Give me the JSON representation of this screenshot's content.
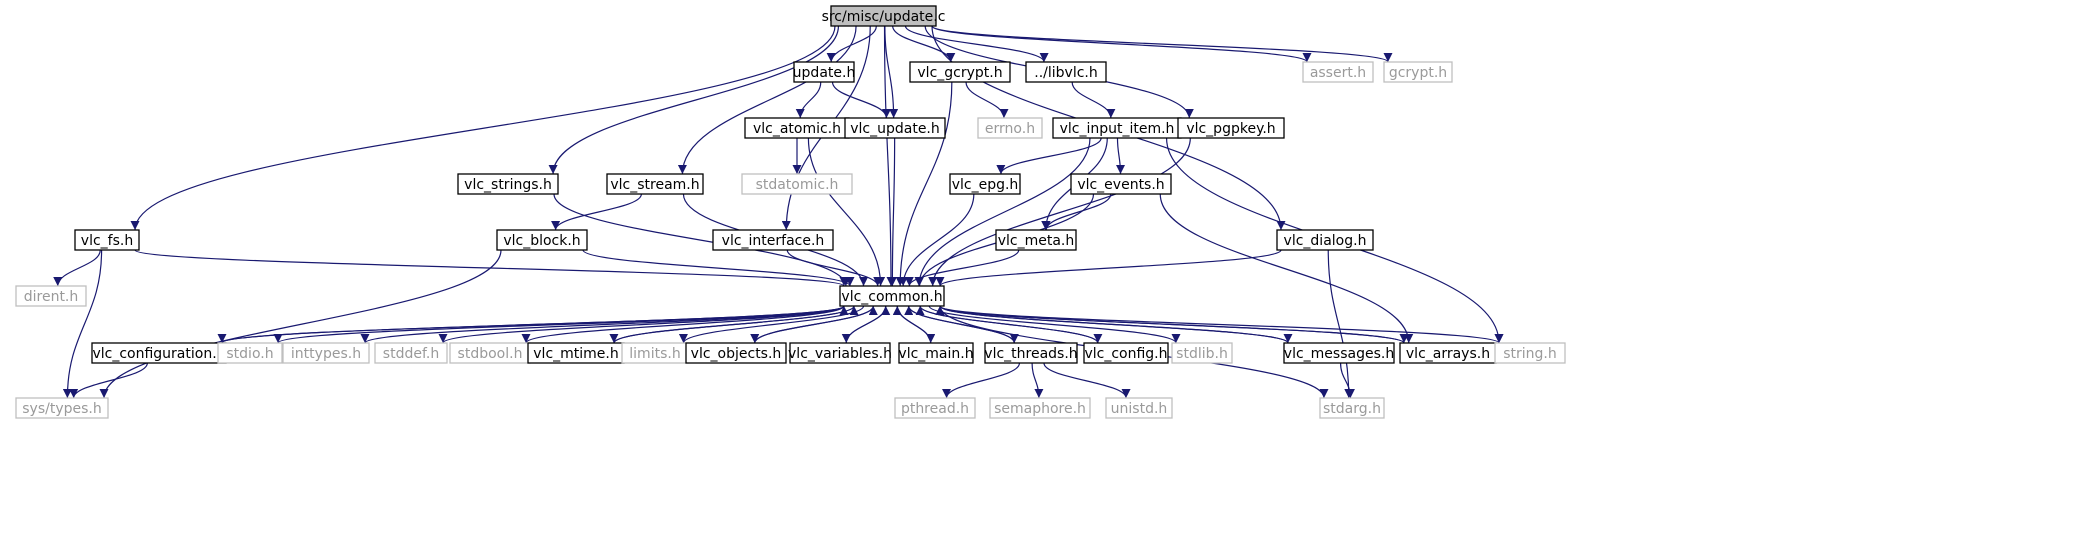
{
  "diagram": {
    "type": "include-dependency-graph",
    "colors": {
      "edge": "#191970",
      "root_fill": "#bfbfbf",
      "node_border": "#000000",
      "system_border": "#bfbfbf",
      "system_text": "#9a9a9a"
    },
    "nodes": [
      {
        "id": "root",
        "label": "src/misc/update.c",
        "kind": "root"
      },
      {
        "id": "update_h",
        "label": "update.h",
        "kind": "local"
      },
      {
        "id": "vlc_gcrypt",
        "label": "vlc_gcrypt.h",
        "kind": "local"
      },
      {
        "id": "libvlc",
        "label": "../libvlc.h",
        "kind": "local"
      },
      {
        "id": "assert",
        "label": "assert.h",
        "kind": "system"
      },
      {
        "id": "gcrypt",
        "label": "gcrypt.h",
        "kind": "system"
      },
      {
        "id": "vlc_atomic",
        "label": "vlc_atomic.h",
        "kind": "local"
      },
      {
        "id": "vlc_update",
        "label": "vlc_update.h",
        "kind": "local"
      },
      {
        "id": "errno",
        "label": "errno.h",
        "kind": "system"
      },
      {
        "id": "vlc_input_item",
        "label": "vlc_input_item.h",
        "kind": "local"
      },
      {
        "id": "vlc_pgpkey",
        "label": "vlc_pgpkey.h",
        "kind": "local"
      },
      {
        "id": "vlc_strings",
        "label": "vlc_strings.h",
        "kind": "local"
      },
      {
        "id": "vlc_stream",
        "label": "vlc_stream.h",
        "kind": "local"
      },
      {
        "id": "stdatomic",
        "label": "stdatomic.h",
        "kind": "system"
      },
      {
        "id": "vlc_epg",
        "label": "vlc_epg.h",
        "kind": "local"
      },
      {
        "id": "vlc_events",
        "label": "vlc_events.h",
        "kind": "local"
      },
      {
        "id": "vlc_fs",
        "label": "vlc_fs.h",
        "kind": "local"
      },
      {
        "id": "vlc_block",
        "label": "vlc_block.h",
        "kind": "local"
      },
      {
        "id": "vlc_interface",
        "label": "vlc_interface.h",
        "kind": "local"
      },
      {
        "id": "vlc_meta",
        "label": "vlc_meta.h",
        "kind": "local"
      },
      {
        "id": "vlc_dialog",
        "label": "vlc_dialog.h",
        "kind": "local"
      },
      {
        "id": "dirent",
        "label": "dirent.h",
        "kind": "system"
      },
      {
        "id": "vlc_common",
        "label": "vlc_common.h",
        "kind": "local"
      },
      {
        "id": "vlc_configuration",
        "label": "vlc_configuration.h",
        "kind": "local"
      },
      {
        "id": "stdio",
        "label": "stdio.h",
        "kind": "system"
      },
      {
        "id": "inttypes",
        "label": "inttypes.h",
        "kind": "system"
      },
      {
        "id": "stddef",
        "label": "stddef.h",
        "kind": "system"
      },
      {
        "id": "stdbool",
        "label": "stdbool.h",
        "kind": "system"
      },
      {
        "id": "vlc_mtime",
        "label": "vlc_mtime.h",
        "kind": "local"
      },
      {
        "id": "limits",
        "label": "limits.h",
        "kind": "system"
      },
      {
        "id": "vlc_objects",
        "label": "vlc_objects.h",
        "kind": "local"
      },
      {
        "id": "vlc_variables",
        "label": "vlc_variables.h",
        "kind": "local"
      },
      {
        "id": "vlc_main",
        "label": "vlc_main.h",
        "kind": "local"
      },
      {
        "id": "vlc_threads",
        "label": "vlc_threads.h",
        "kind": "local"
      },
      {
        "id": "vlc_config",
        "label": "vlc_config.h",
        "kind": "local"
      },
      {
        "id": "stdlib",
        "label": "stdlib.h",
        "kind": "system"
      },
      {
        "id": "vlc_messages",
        "label": "vlc_messages.h",
        "kind": "local"
      },
      {
        "id": "vlc_arrays",
        "label": "vlc_arrays.h",
        "kind": "local"
      },
      {
        "id": "string",
        "label": "string.h",
        "kind": "system"
      },
      {
        "id": "sys_types",
        "label": "sys/types.h",
        "kind": "system"
      },
      {
        "id": "pthread",
        "label": "pthread.h",
        "kind": "system"
      },
      {
        "id": "semaphore",
        "label": "semaphore.h",
        "kind": "system"
      },
      {
        "id": "unistd",
        "label": "unistd.h",
        "kind": "system"
      },
      {
        "id": "stdarg",
        "label": "stdarg.h",
        "kind": "system"
      }
    ],
    "edges": [
      [
        "root",
        "update_h"
      ],
      [
        "root",
        "vlc_gcrypt"
      ],
      [
        "root",
        "libvlc"
      ],
      [
        "root",
        "assert"
      ],
      [
        "root",
        "gcrypt"
      ],
      [
        "root",
        "vlc_update"
      ],
      [
        "root",
        "vlc_pgpkey"
      ],
      [
        "root",
        "vlc_strings"
      ],
      [
        "root",
        "vlc_stream"
      ],
      [
        "root",
        "vlc_fs"
      ],
      [
        "root",
        "vlc_interface"
      ],
      [
        "root",
        "vlc_dialog"
      ],
      [
        "root",
        "vlc_common"
      ],
      [
        "update_h",
        "vlc_atomic"
      ],
      [
        "update_h",
        "vlc_update"
      ],
      [
        "vlc_gcrypt",
        "errno"
      ],
      [
        "vlc_gcrypt",
        "vlc_common"
      ],
      [
        "libvlc",
        "vlc_input_item"
      ],
      [
        "vlc_atomic",
        "stdatomic"
      ],
      [
        "vlc_atomic",
        "vlc_common"
      ],
      [
        "vlc_update",
        "vlc_common"
      ],
      [
        "vlc_input_item",
        "vlc_epg"
      ],
      [
        "vlc_input_item",
        "vlc_events"
      ],
      [
        "vlc_input_item",
        "vlc_meta"
      ],
      [
        "vlc_input_item",
        "vlc_common"
      ],
      [
        "vlc_input_item",
        "string"
      ],
      [
        "vlc_pgpkey",
        "vlc_common"
      ],
      [
        "vlc_strings",
        "vlc_common"
      ],
      [
        "vlc_stream",
        "vlc_block"
      ],
      [
        "vlc_stream",
        "vlc_common"
      ],
      [
        "vlc_epg",
        "vlc_common"
      ],
      [
        "vlc_events",
        "vlc_meta"
      ],
      [
        "vlc_events",
        "vlc_common"
      ],
      [
        "vlc_events",
        "vlc_arrays"
      ],
      [
        "vlc_fs",
        "dirent"
      ],
      [
        "vlc_fs",
        "sys_types"
      ],
      [
        "vlc_fs",
        "vlc_common"
      ],
      [
        "vlc_block",
        "sys_types"
      ],
      [
        "vlc_block",
        "vlc_common"
      ],
      [
        "vlc_interface",
        "vlc_common"
      ],
      [
        "vlc_meta",
        "vlc_common"
      ],
      [
        "vlc_dialog",
        "vlc_common"
      ],
      [
        "vlc_dialog",
        "stdarg"
      ],
      [
        "vlc_common",
        "vlc_configuration"
      ],
      [
        "vlc_common",
        "stdio"
      ],
      [
        "vlc_common",
        "inttypes"
      ],
      [
        "vlc_common",
        "stddef"
      ],
      [
        "vlc_common",
        "stdbool"
      ],
      [
        "vlc_common",
        "vlc_mtime"
      ],
      [
        "vlc_common",
        "limits"
      ],
      [
        "vlc_common",
        "vlc_objects"
      ],
      [
        "vlc_common",
        "vlc_variables"
      ],
      [
        "vlc_common",
        "vlc_main"
      ],
      [
        "vlc_common",
        "vlc_threads"
      ],
      [
        "vlc_common",
        "vlc_config"
      ],
      [
        "vlc_common",
        "stdlib"
      ],
      [
        "vlc_common",
        "vlc_messages"
      ],
      [
        "vlc_common",
        "vlc_arrays"
      ],
      [
        "vlc_common",
        "string"
      ],
      [
        "vlc_common",
        "stdarg"
      ],
      [
        "vlc_configuration",
        "vlc_common"
      ],
      [
        "vlc_configuration",
        "sys_types"
      ],
      [
        "vlc_mtime",
        "vlc_common"
      ],
      [
        "vlc_objects",
        "vlc_common"
      ],
      [
        "vlc_variables",
        "vlc_common"
      ],
      [
        "vlc_main",
        "vlc_common"
      ],
      [
        "vlc_config",
        "vlc_common"
      ],
      [
        "vlc_arrays",
        "vlc_common"
      ],
      [
        "vlc_messages",
        "vlc_common"
      ],
      [
        "vlc_messages",
        "stdarg"
      ],
      [
        "vlc_threads",
        "vlc_common"
      ],
      [
        "vlc_threads",
        "pthread"
      ],
      [
        "vlc_threads",
        "semaphore"
      ],
      [
        "vlc_threads",
        "unistd"
      ]
    ]
  }
}
